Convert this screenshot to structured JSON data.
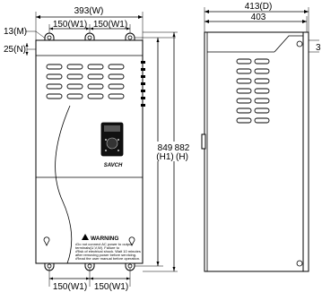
{
  "front_view": {
    "dimensions": {
      "width": "393(W)",
      "mount_spacing_top_left": "150(W1)",
      "mount_spacing_top_right": "150(W1)",
      "mount_spacing_bottom_left": "150(W1)",
      "mount_spacing_bottom_right": "150(W1)",
      "hole_diameter": "13(M)",
      "offset_n": "25(N)",
      "mount_height_value": "849",
      "mount_height_label": "(H1)",
      "height_value": "882",
      "height_label": "(H)"
    },
    "brand": "SAVCH",
    "warning_title": "WARNING",
    "warning_lines": [
      "•Do not connect AC power to output",
      "terminals(U,V,W). Failure to",
      "•Risk of electrical shock. Wait 10 minutes",
      "after removing power before servicing.",
      "•Read the user manual before operation."
    ]
  },
  "side_view": {
    "dimensions": {
      "depth": "413(D)",
      "depth_inner": "403",
      "edge": "3"
    }
  }
}
